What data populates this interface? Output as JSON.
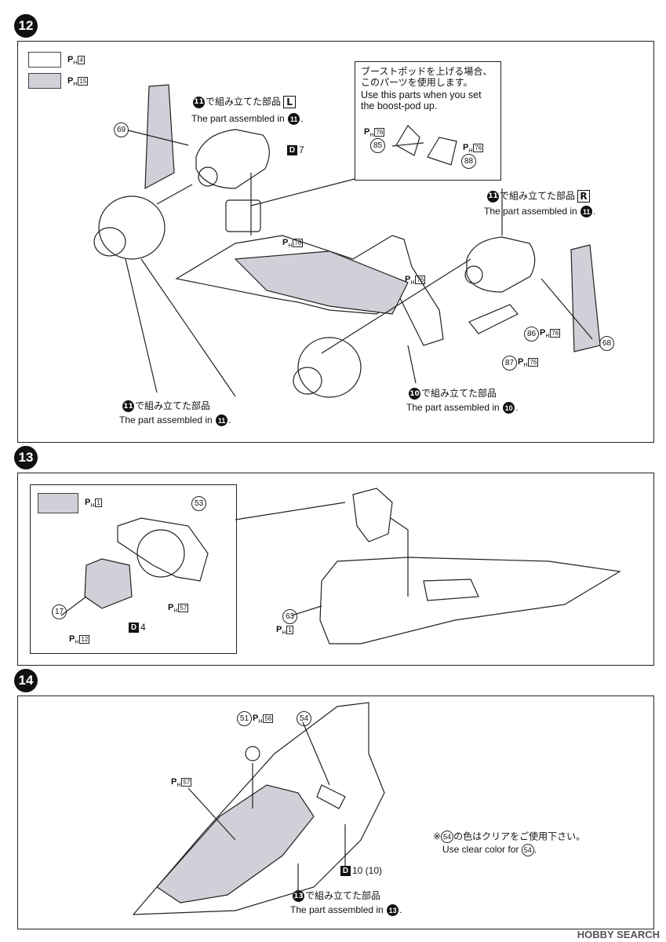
{
  "steps": {
    "s12": {
      "number": "12"
    },
    "s13": {
      "number": "13"
    },
    "s14": {
      "number": "14"
    }
  },
  "step12": {
    "legend": [
      {
        "label": "P",
        "sub": "H",
        "num": "4",
        "fill": "#ffffff"
      },
      {
        "label": "P",
        "sub": "H",
        "num": "15",
        "fill": "#d0d0d8"
      }
    ],
    "callout_jp": [
      "ブーストポッドを上げる場合、",
      "このパーツを使用します。"
    ],
    "callout_en": [
      "Use this parts when you set",
      "the boost-pod up."
    ],
    "assembled_11_L_jp": "で組み立てた部品",
    "assembled_11_L_en": "The part assembled in",
    "assembled_11_L_box": "L",
    "assembled_11_R_jp": "で組み立てた部品",
    "assembled_11_R_en": "The part assembled in",
    "assembled_11_R_box": "R",
    "assembled_11_bottom_jp": "で組み立てた部品",
    "assembled_11_bottom_en": "The part assembled in",
    "assembled_10_jp": "で組み立てた部品",
    "assembled_10_en": "The part assembled in",
    "ref11": "11",
    "ref10": "10",
    "parts": [
      "69",
      "68",
      "85",
      "88",
      "86",
      "87"
    ],
    "d_label": "D",
    "d_num": "7",
    "ph76": "76",
    "period": "."
  },
  "step13": {
    "legend": {
      "label": "P",
      "sub": "H",
      "num": "1",
      "fill": "#d0d0d8"
    },
    "parts": [
      "53",
      "17",
      "63"
    ],
    "ph57": "57",
    "ph12": "12",
    "ph1": "1",
    "d_label": "D",
    "d_num": "4"
  },
  "step14": {
    "parts": [
      "51",
      "54"
    ],
    "ph56": "56",
    "ph57": "57",
    "d_label": "D",
    "d_num": "10 (10)",
    "note_jp": "の色はクリアをご使用下さい。",
    "note_en": "Use clear color for",
    "note_prefix": "※",
    "note_ref": "54",
    "assembled_13_jp": "で組み立てた部品",
    "assembled_13_en": "The part assembled in",
    "ref13": "13"
  },
  "watermark": "HOBBY SEARCH"
}
